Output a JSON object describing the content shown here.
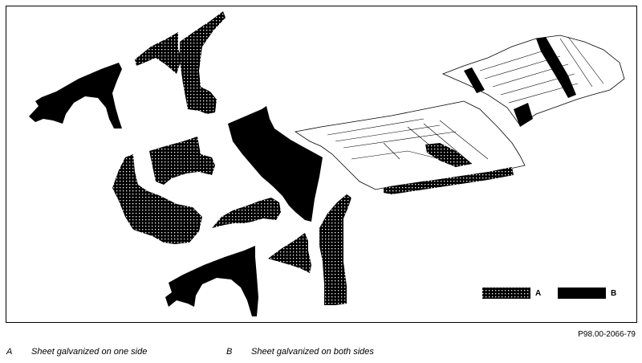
{
  "figure": {
    "reference": "P98.00-2066-79",
    "legend_box": {
      "a_code": "A",
      "b_code": "B"
    },
    "legend": [
      {
        "code": "A",
        "text": "Sheet galvanized on one side"
      },
      {
        "code": "B",
        "text": "Sheet galvanized on both sides"
      }
    ],
    "parts": [
      {
        "id": "front-fender-left",
        "coating": "B"
      },
      {
        "id": "wheelhouse-upper-left",
        "coating": "A"
      },
      {
        "id": "a-pillar-left",
        "coating": "A"
      },
      {
        "id": "dash-side-panel",
        "coating": "A"
      },
      {
        "id": "front-end-member",
        "coating": "A"
      },
      {
        "id": "bulkhead-panel",
        "coating": "B"
      },
      {
        "id": "bracket-member",
        "coating": "A"
      },
      {
        "id": "wheelhouse-lower-right",
        "coating": "A"
      },
      {
        "id": "front-fender-right",
        "coating": "B"
      },
      {
        "id": "a-pillar-right",
        "coating": "A"
      },
      {
        "id": "floor-pan-assembly",
        "coating": "A"
      },
      {
        "id": "rear-floor-section",
        "coating": "B"
      }
    ],
    "colors": {
      "ink": "#000000",
      "paper": "#ffffff"
    }
  }
}
